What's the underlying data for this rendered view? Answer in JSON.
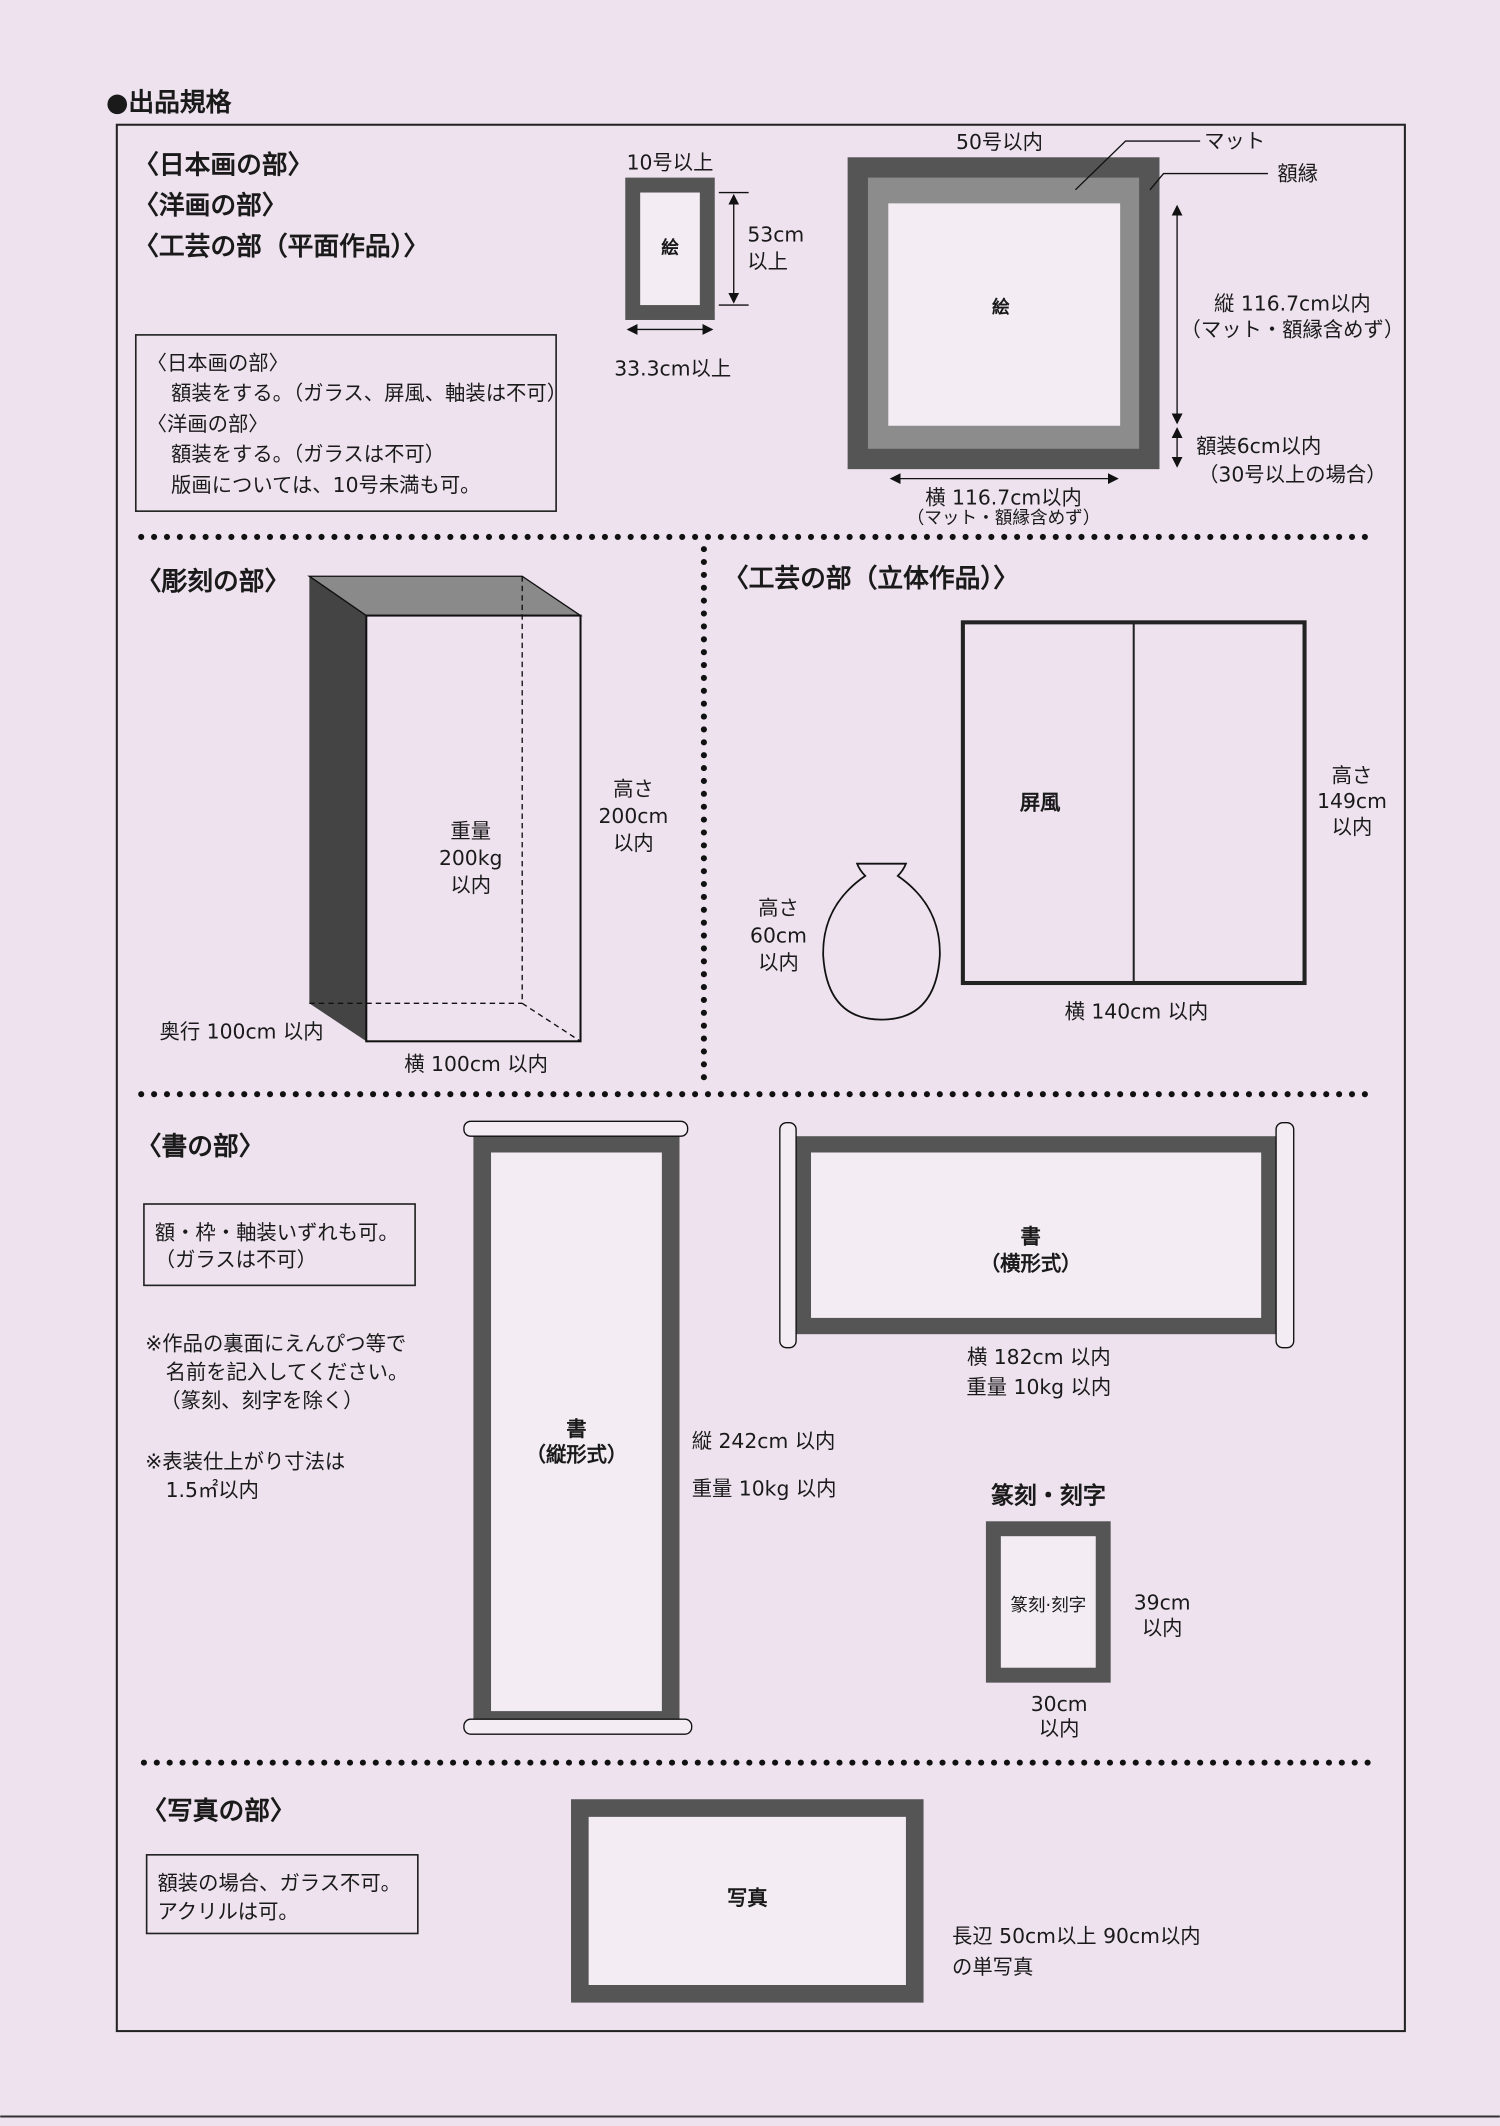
{
  "title": "●出品規格",
  "flat": {
    "headings": [
      "〈日本画の部〉",
      "〈洋画の部〉",
      "〈工芸の部（平面作品）〉"
    ],
    "notes": [
      "〈日本画の部〉",
      "額装をする。（ガラス、屏風、軸装は不可）",
      "〈洋画の部〉",
      "額装をする。（ガラスは不可）",
      "版画については、10号未満も可。"
    ],
    "small": {
      "size": "10号以上",
      "label": "絵",
      "height": "53cm",
      "height2": "以上",
      "width": "33.3cm以上"
    },
    "large": {
      "size": "50号以内",
      "label": "絵",
      "mat": "マット",
      "frame": "額縁",
      "height": "縦 116.7cm以内",
      "height_note": "（マット・額縁含めず）",
      "frame_width": "額装6cm以内",
      "frame_note": "（30号以上の場合）",
      "width": "横 116.7cm以内",
      "width_note": "（マット・額縁含めず）"
    }
  },
  "sculpture": {
    "heading": "〈彫刻の部〉",
    "weight": [
      "重量",
      "200kg",
      "以内"
    ],
    "height": [
      "高さ",
      "200cm",
      "以内"
    ],
    "depth": "奥行 100cm 以内",
    "width": "横 100cm 以内"
  },
  "craft3d": {
    "heading": "〈工芸の部（立体作品）〉",
    "screen": "屏風",
    "screen_height": [
      "高さ",
      "149cm",
      "以内"
    ],
    "screen_width": "横 140cm 以内",
    "vase_height": [
      "高さ",
      "60cm",
      "以内"
    ]
  },
  "calligraphy": {
    "heading": "〈書の部〉",
    "box": [
      "額・枠・軸装いずれも可。",
      "（ガラスは不可）"
    ],
    "notes": [
      "※作品の裏面にえんぴつ等で",
      "名前を記入してください。",
      "（篆刻、刻字を除く）",
      "※表装仕上がり寸法は",
      "1.5㎡以内"
    ],
    "vertical": {
      "label": [
        "書",
        "（縦形式）"
      ],
      "height": "縦 242cm 以内",
      "weight": "重量 10kg 以内"
    },
    "horizontal": {
      "label": [
        "書",
        "（横形式）"
      ],
      "width": "横 182cm 以内",
      "weight": "重量 10kg 以内"
    },
    "seal": {
      "heading": "篆刻・刻字",
      "label": "篆刻·刻字",
      "height": [
        "39cm",
        "以内"
      ],
      "width": [
        "30cm",
        "以内"
      ]
    }
  },
  "photo": {
    "heading": "〈写真の部〉",
    "box": [
      "額装の場合、ガラス不可。",
      "アクリルは可。"
    ],
    "label": "写真",
    "size": [
      "長辺 50cm以上 90cm以内",
      "の単写真"
    ]
  }
}
